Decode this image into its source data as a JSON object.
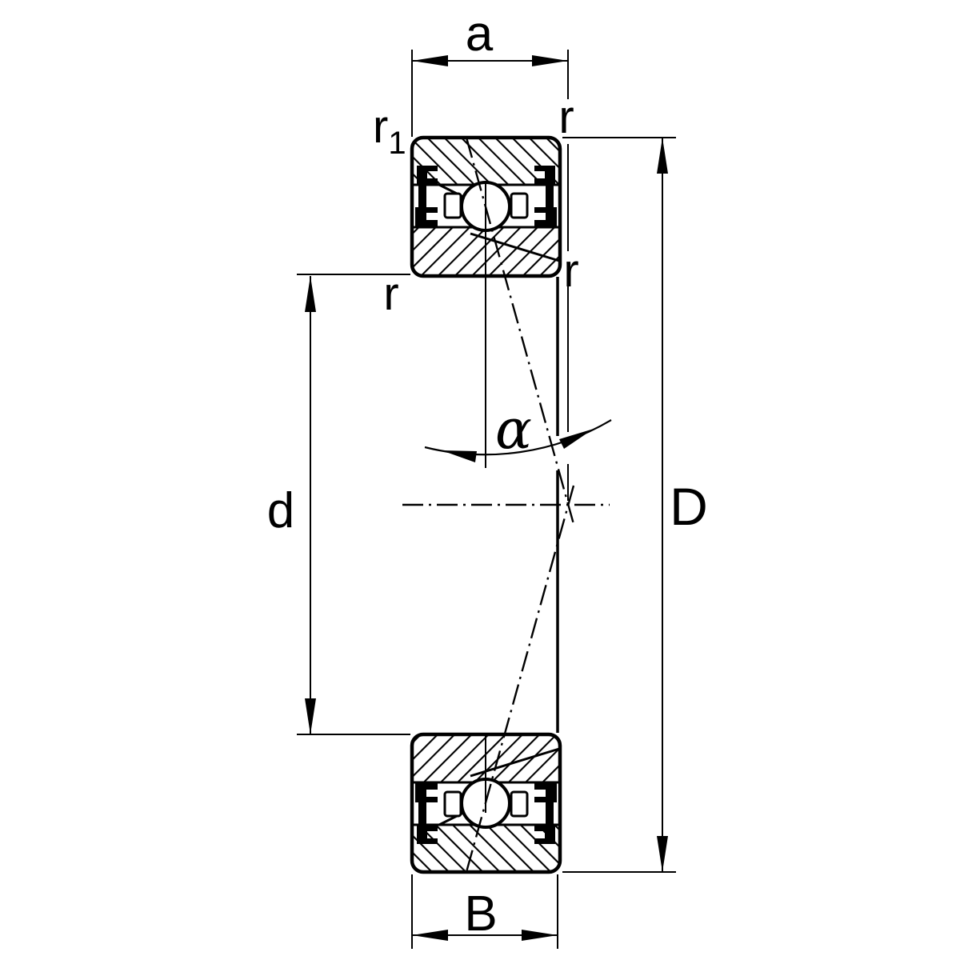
{
  "drawing": {
    "kind": "bearing cross-section",
    "labels": {
      "pressure_center_distance": "a",
      "chamfer_top_left_base": "r",
      "chamfer_top_left_sub": "1",
      "chamfer_top_right": "r",
      "chamfer_inner_left": "r",
      "chamfer_inner_right": "r",
      "bore_diameter": "d",
      "outer_diameter": "D",
      "width": "B",
      "contact_angle": "α"
    },
    "colors": {
      "line": "#000000",
      "background": "#ffffff"
    }
  }
}
